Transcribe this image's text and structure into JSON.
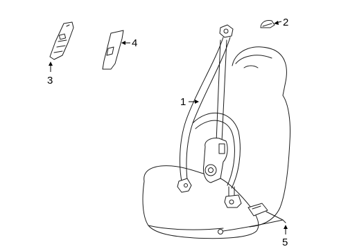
{
  "callouts": [
    {
      "id": "part-1",
      "number": "1"
    },
    {
      "id": "part-2",
      "number": "2"
    },
    {
      "id": "part-3",
      "number": "3"
    },
    {
      "id": "part-4",
      "number": "4"
    },
    {
      "id": "part-5",
      "number": "5"
    }
  ]
}
